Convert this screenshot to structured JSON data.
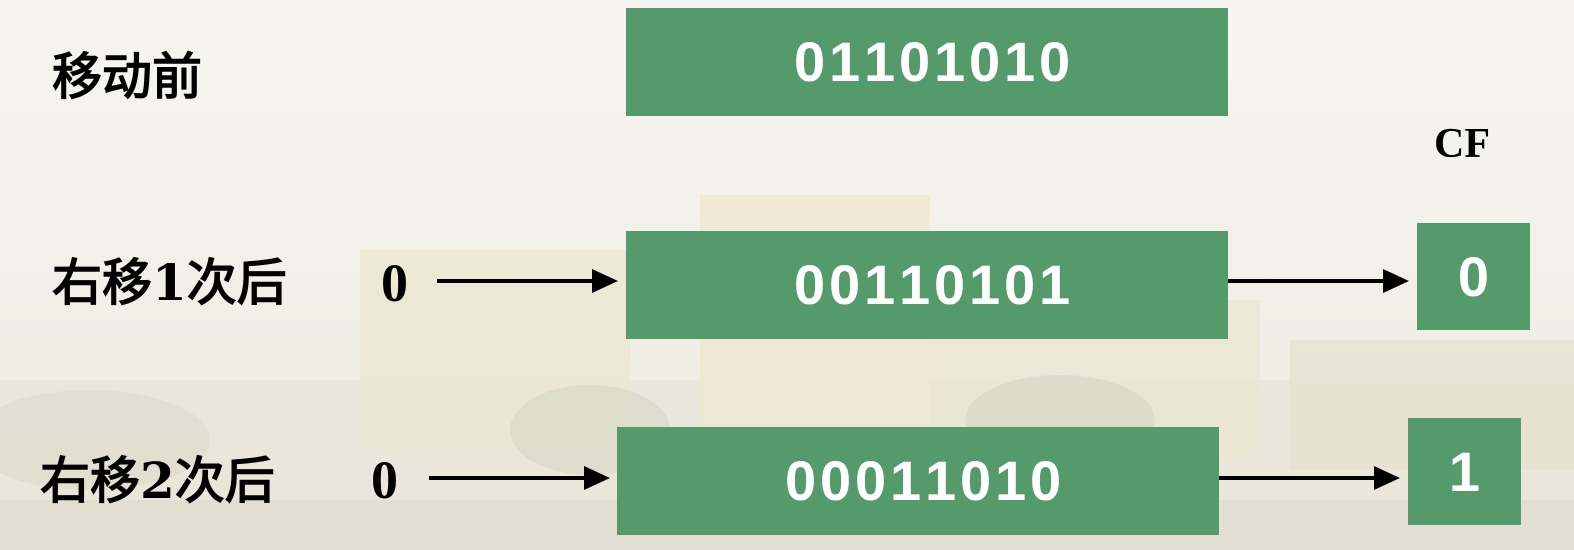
{
  "rows": [
    {
      "label": "移动前",
      "bits": [
        "0",
        "1",
        "1",
        "0",
        "1",
        "0",
        "1",
        "0"
      ]
    },
    {
      "label": "右移1次后",
      "input_bit": "0",
      "bits": [
        "0",
        "0",
        "1",
        "1",
        "0",
        "1",
        "0",
        "1"
      ],
      "cf": "0"
    },
    {
      "label": "右移2次后",
      "input_bit": "0",
      "bits": [
        "0",
        "0",
        "0",
        "1",
        "1",
        "0",
        "1",
        "0"
      ],
      "cf": "1"
    }
  ],
  "cf_label": "CF",
  "colors": {
    "register_fill": "#559a6b",
    "bit_text": "#ffffff",
    "label_text": "#000000"
  },
  "icons": [
    "right-arrow-icon"
  ]
}
